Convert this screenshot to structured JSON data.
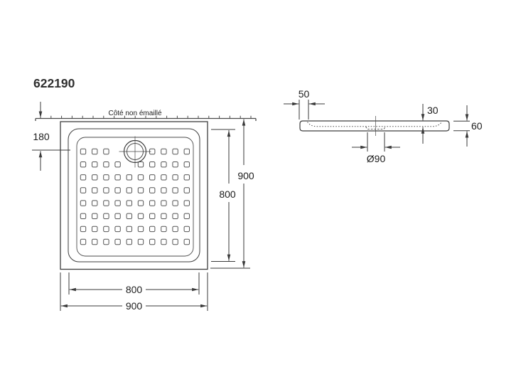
{
  "title": {
    "product_number": "622190"
  },
  "plan_view": {
    "edge_label": "Côté non émaillé",
    "dims": {
      "left_drain_offset": "180",
      "right_inner": "800",
      "right_outer": "900",
      "bottom_inner": "800",
      "bottom_outer": "900"
    },
    "pattern": {
      "rows": 8,
      "cols": 10,
      "skip": [
        [
          0,
          3
        ],
        [
          0,
          4
        ],
        [
          0,
          5
        ],
        [
          1,
          4
        ]
      ]
    }
  },
  "section_view": {
    "dims": {
      "edge_flat": "50",
      "inner_depth": "30",
      "total_height": "60",
      "drain_diameter": "Ø90"
    }
  }
}
